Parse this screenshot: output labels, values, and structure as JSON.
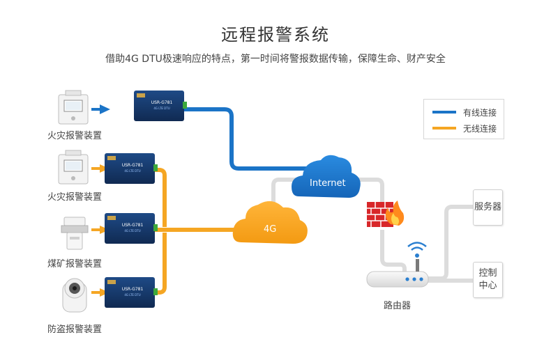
{
  "header": {
    "title": "远程报警系统",
    "subtitle": "借助4G DTU极速响应的特点，第一时间将警报数据传输，保障生命、财产安全"
  },
  "legend": {
    "wired_label": "有线连接",
    "wireless_label": "无线连接"
  },
  "devices": {
    "fire1": "火灾报警装置",
    "fire2": "火灾报警装置",
    "mine": "煤矿报警装置",
    "theft": "防盗报警装置"
  },
  "dtu": {
    "model": "USR-G781",
    "sub": "4G LTE DTU"
  },
  "network": {
    "internet": "Internet",
    "cellular": "4G",
    "router": "路由器",
    "server": "服务器",
    "control_center": "控制\n中心"
  },
  "colors": {
    "wired": "#1b74c7",
    "wireless": "#f5a623",
    "connector_gray": "#dcdcdc",
    "dtu_body": "#16386b"
  }
}
